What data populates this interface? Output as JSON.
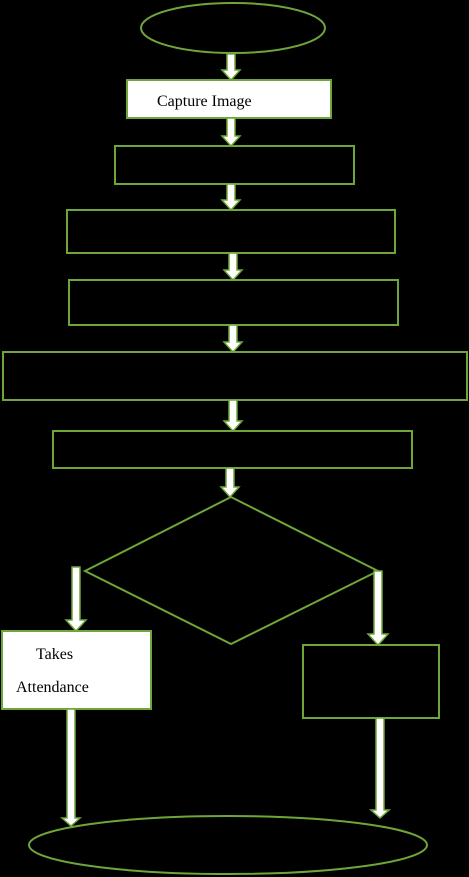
{
  "diagram": {
    "type": "flowchart",
    "colors": {
      "background": "#000000",
      "stroke": "#6fa63a",
      "arrow_fill": "#ffffff",
      "filled_box": "#ffffff"
    },
    "nodes": {
      "capture_image": {
        "label": "Capture Image"
      },
      "takes_attendance": {
        "line1": "Takes",
        "line2": "Attendance"
      }
    }
  }
}
